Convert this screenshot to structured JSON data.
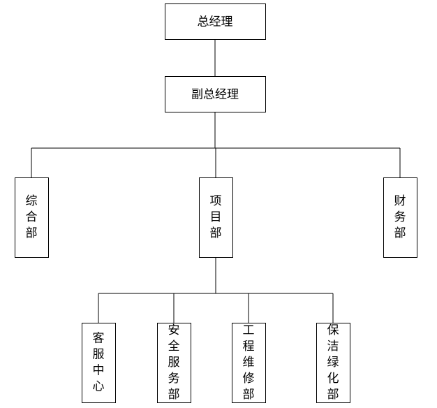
{
  "org_chart": {
    "nodes": [
      {
        "id": "gm",
        "label": "总经理",
        "orientation": "horizontal"
      },
      {
        "id": "dgm",
        "label": "副总经理",
        "orientation": "horizontal"
      },
      {
        "id": "general",
        "label": "综合部",
        "orientation": "vertical"
      },
      {
        "id": "project",
        "label": "项目部",
        "orientation": "vertical"
      },
      {
        "id": "finance",
        "label": "财务部",
        "orientation": "vertical"
      },
      {
        "id": "service",
        "label": "客服中心",
        "orientation": "vertical"
      },
      {
        "id": "security",
        "label": "安全服务部",
        "orientation": "vertical"
      },
      {
        "id": "engineering",
        "label": "工程维修部",
        "orientation": "vertical"
      },
      {
        "id": "cleaning",
        "label": "保洁绿化部",
        "orientation": "vertical"
      }
    ],
    "edges": [
      {
        "from": "gm",
        "to": "dgm"
      },
      {
        "from": "dgm",
        "to": "general"
      },
      {
        "from": "dgm",
        "to": "project"
      },
      {
        "from": "dgm",
        "to": "finance"
      },
      {
        "from": "project",
        "to": "service"
      },
      {
        "from": "project",
        "to": "security"
      },
      {
        "from": "project",
        "to": "engineering"
      },
      {
        "from": "project",
        "to": "cleaning"
      }
    ]
  }
}
